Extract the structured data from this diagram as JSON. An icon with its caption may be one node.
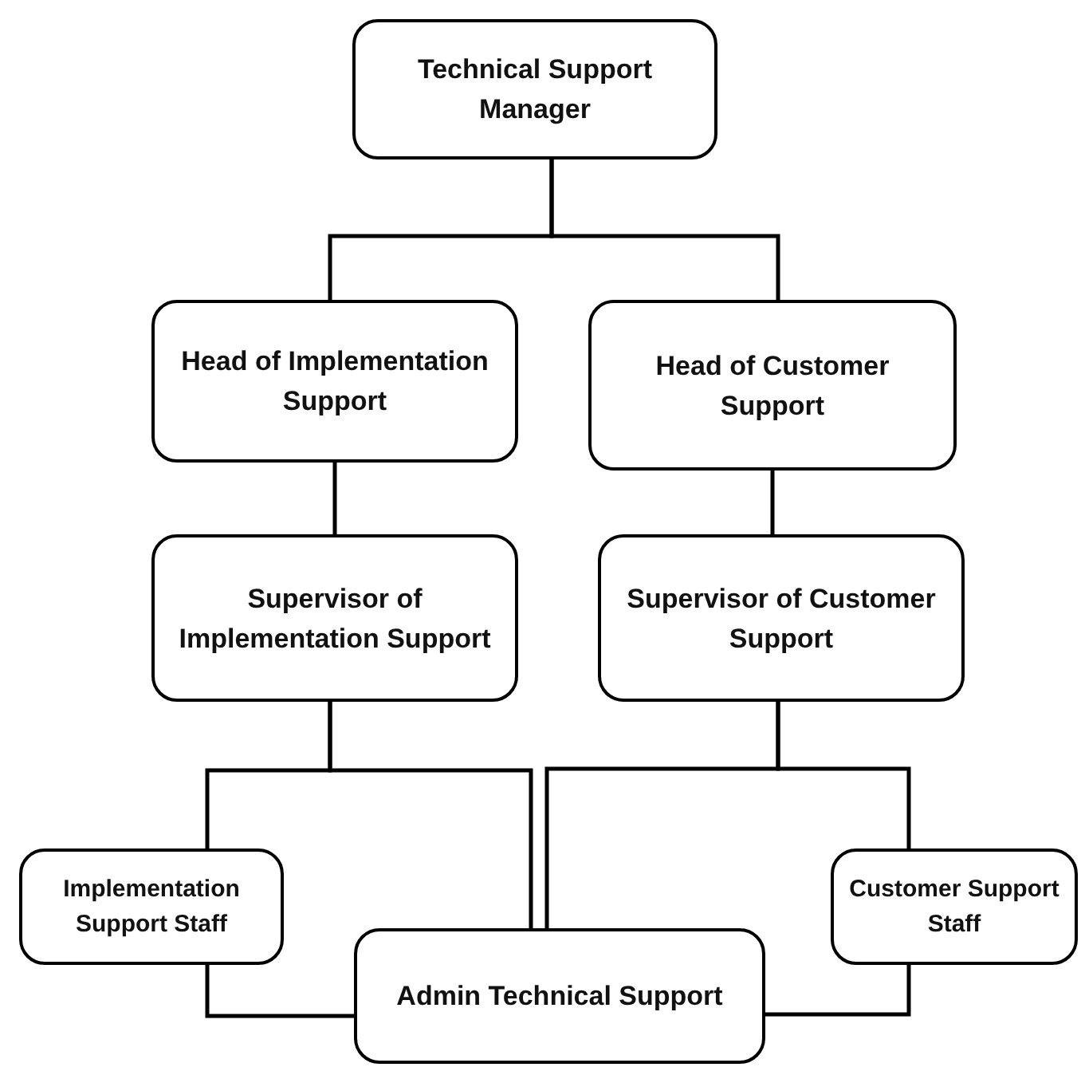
{
  "diagram": {
    "nodes": [
      {
        "text": [
          "Technical Support Manager"
        ]
      },
      {
        "text": [
          "Head of Implementation Support"
        ]
      },
      {
        "text": [
          "Head of Customer Support"
        ]
      },
      {
        "text": [
          "Supervisor of Implementation Support"
        ]
      },
      {
        "text": [
          "Supervisor of Customer Support"
        ]
      },
      {
        "text": [
          "Implementation Support Staff"
        ]
      },
      {
        "text": [
          "Admin Technical Support"
        ]
      },
      {
        "text": [
          "Customer Support Staff"
        ]
      }
    ],
    "edges": [
      {
        "from": 0,
        "to": 1,
        "arrow": "none"
      },
      {
        "from": 0,
        "to": 2,
        "arrow": "none"
      },
      {
        "from": 1,
        "to": 3,
        "arrow": "none"
      },
      {
        "from": 2,
        "to": 4,
        "arrow": "none"
      },
      {
        "from": 3,
        "to": 5,
        "arrow": "none"
      },
      {
        "from": 3,
        "to": 6,
        "arrow": "none"
      },
      {
        "from": 4,
        "to": 6,
        "arrow": "none"
      },
      {
        "from": 4,
        "to": 7,
        "arrow": "none"
      },
      {
        "from": 5,
        "to": 6,
        "arrow": "none"
      },
      {
        "from": 7,
        "to": 6,
        "arrow": "none"
      }
    ]
  }
}
